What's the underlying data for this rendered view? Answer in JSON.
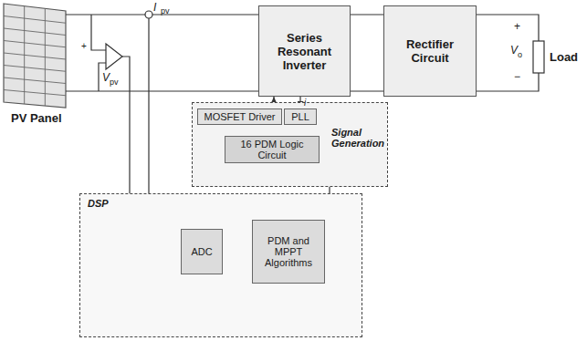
{
  "diagram": {
    "nodes": [
      {
        "text": [
          "Series Resonant Inverter"
        ]
      },
      {
        "text": [
          "Rectifier Circuit"
        ]
      },
      {
        "text": [
          "Signal Generation"
        ]
      },
      {
        "text": [
          "MOSFET Driver"
        ],
        "in": 2
      },
      {
        "text": [
          "PLL"
        ],
        "in": 2
      },
      {
        "text": [
          "16 PDM Logic Circuit"
        ],
        "in": 2
      },
      {
        "text": [
          "DSP"
        ]
      },
      {
        "text": [
          "ADC"
        ],
        "in": 6
      },
      {
        "text": [
          "PDM and MPPT Algorithms"
        ],
        "in": 6
      }
    ],
    "edges": [
      {
        "from": 0,
        "to": 1,
        "arrow": "none"
      },
      {
        "from": 3,
        "to": 0,
        "arrow": "to"
      },
      {
        "from": 0,
        "to": 4,
        "arrow": "to",
        "label": "i"
      },
      {
        "from": 4,
        "to": 5,
        "arrow": "to"
      },
      {
        "from": 5,
        "to": 3,
        "arrow": "to"
      },
      {
        "from": 7,
        "to": 8,
        "arrow": "to"
      },
      {
        "from": 7,
        "to": 8,
        "arrow": "to"
      },
      {
        "from": 8,
        "to": 5,
        "arrow": "to"
      }
    ],
    "labels": [
      "PV Panel",
      "I",
      "pv",
      "+",
      "V",
      "pv",
      "+",
      "V",
      "o",
      "−",
      "Load"
    ]
  }
}
